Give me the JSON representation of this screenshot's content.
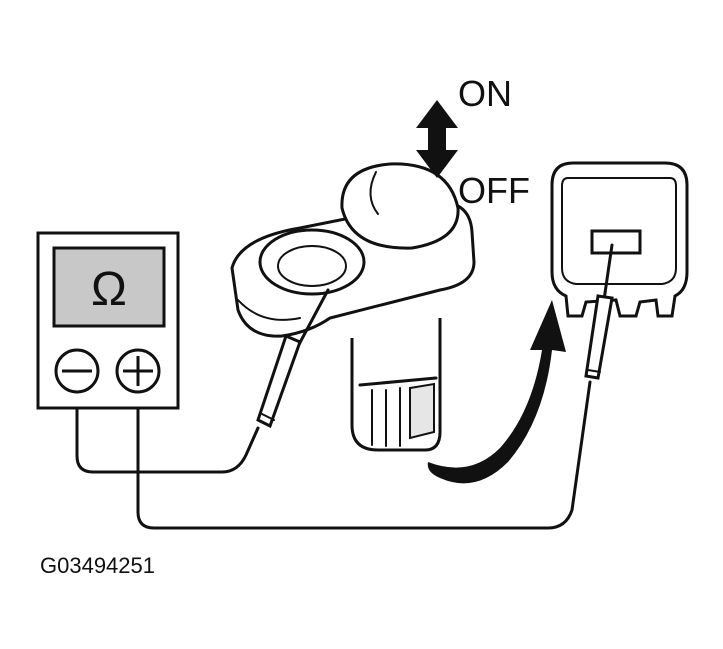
{
  "labels": {
    "on": "ON",
    "off": "OFF",
    "figure_code": "G03494251",
    "ohm_symbol": "Ω"
  },
  "icons": {
    "double_arrow": "up-down-arrow-icon",
    "minus_terminal": "minus-icon",
    "plus_terminal": "plus-icon",
    "curved_arrow": "curved-arrow-icon"
  },
  "colors": {
    "ink": "#111111",
    "paper": "#ffffff",
    "screen": "#c8c8c8",
    "shade": "#e6e6e6"
  }
}
